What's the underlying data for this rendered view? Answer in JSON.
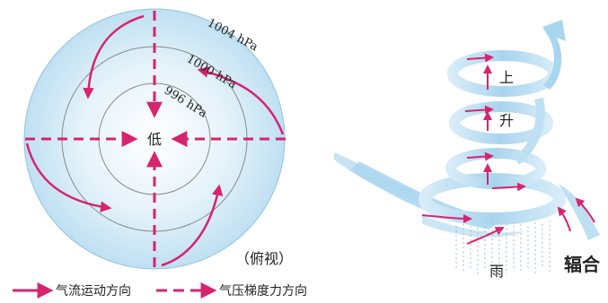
{
  "figure": {
    "isobars": [
      {
        "label": "1004 hPa"
      },
      {
        "label": "1000 hPa"
      },
      {
        "label": "996 hPa"
      }
    ],
    "center_label": "低",
    "view_label": "（俯视）",
    "legend": {
      "airflow": "气流运动方向",
      "gradient": "气压梯度力方向"
    },
    "colors": {
      "arrow": "#d6246e",
      "disk": "#c9e6f5",
      "isobar_line": "#8a8a8a",
      "spiral": "#a9d6ef"
    }
  },
  "side_view": {
    "rise_labels": [
      "上",
      "升"
    ],
    "rain_label": "雨",
    "convergence_label": "辐合"
  }
}
